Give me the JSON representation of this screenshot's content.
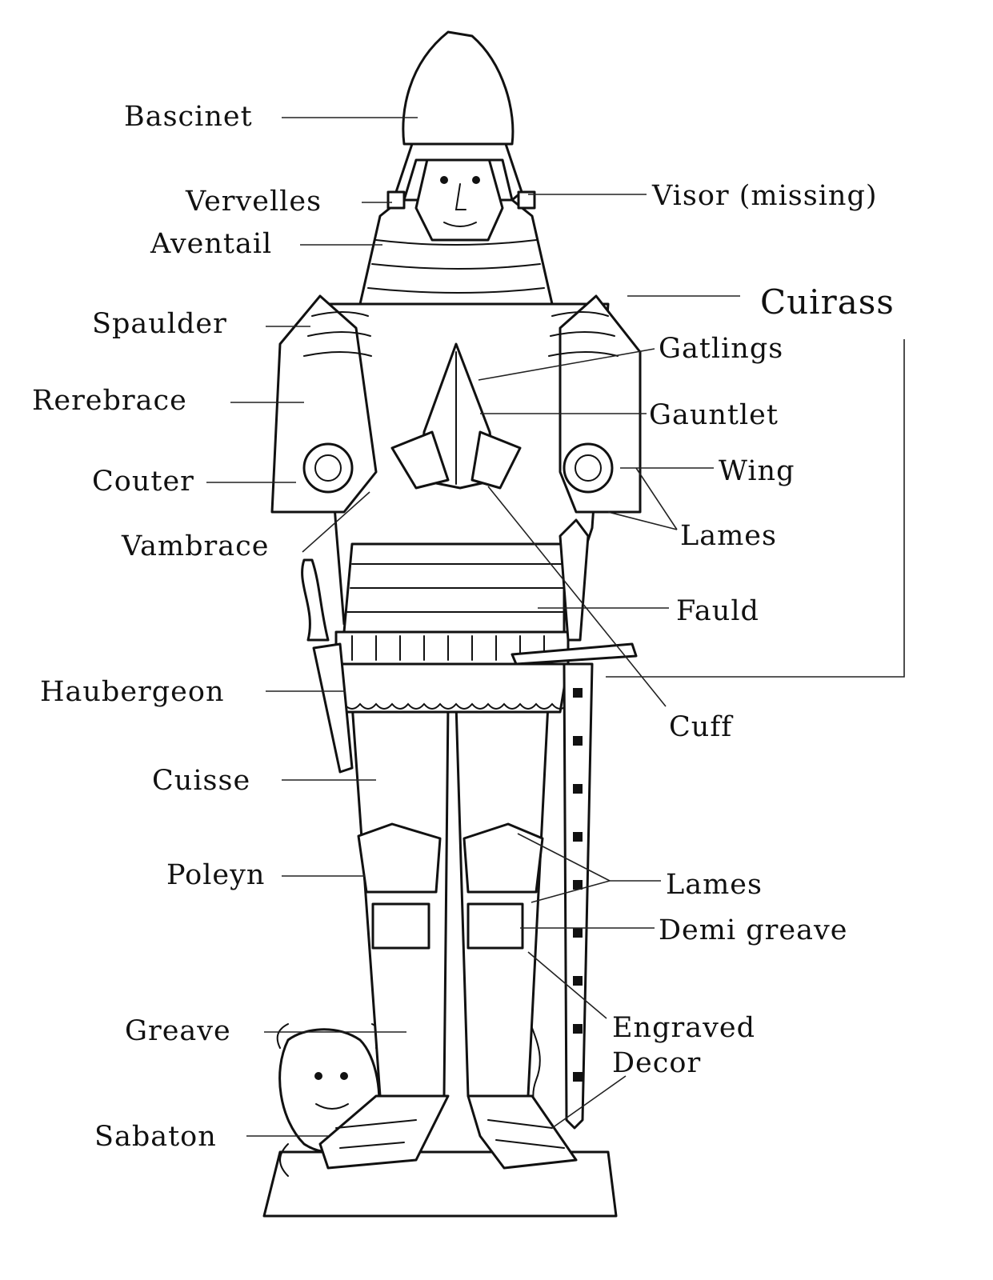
{
  "colors": {
    "ink": "#111111",
    "paper": "#ffffff",
    "leader": "#222222"
  },
  "labels": {
    "bascinet": "Bascinet",
    "vervelles": "Vervelles",
    "visor": "Visor (missing)",
    "aventail": "Aventail",
    "cuirass": "Cuirass",
    "spaulder": "Spaulder",
    "gatlings": "Gatlings",
    "rerebrace": "Rerebrace",
    "gauntlet": "Gauntlet",
    "couter": "Couter",
    "wing": "Wing",
    "vambrace": "Vambrace",
    "lames_arm": "Lames",
    "fauld": "Fauld",
    "haubergeon": "Haubergeon",
    "cuff": "Cuff",
    "cuisse": "Cuisse",
    "poleyn": "Poleyn",
    "lames_leg": "Lames",
    "demi_greave": "Demi greave",
    "greave": "Greave",
    "engraved_1": "Engraved",
    "engraved_2": "Decor",
    "sabaton": "Sabaton"
  }
}
